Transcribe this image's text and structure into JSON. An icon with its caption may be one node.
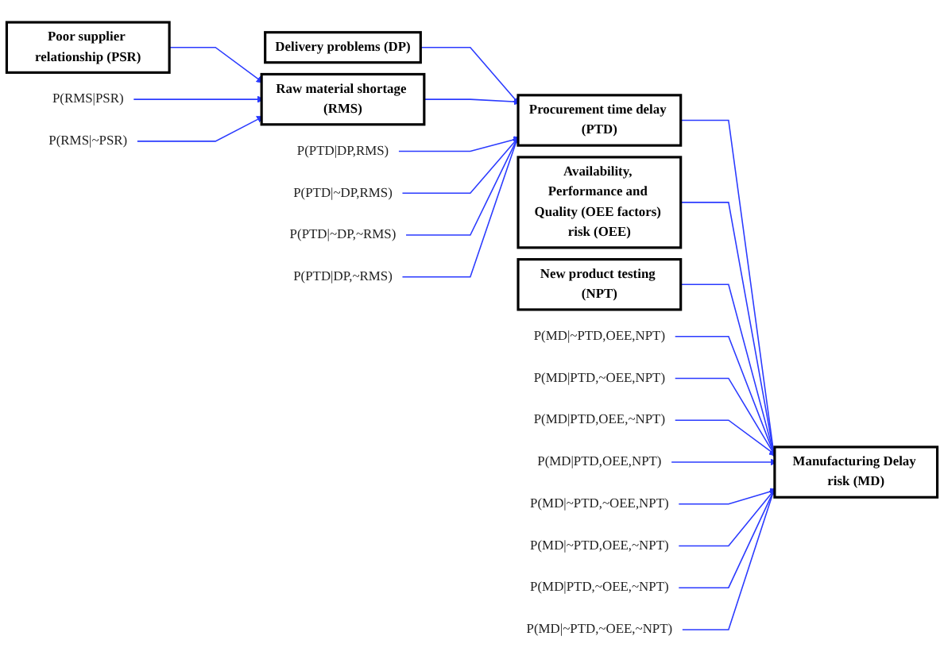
{
  "diagram": {
    "nodes": [
      {
        "text": [
          "Poor supplier relationship (PSR)"
        ]
      },
      {
        "text": [
          "Delivery problems (DP)"
        ]
      },
      {
        "text": [
          "Raw material shortage (RMS)"
        ]
      },
      {
        "text": [
          "P(RMS|PSR)"
        ]
      },
      {
        "text": [
          "P(RMS|~PSR)"
        ]
      },
      {
        "text": [
          "P(PTD|DP,RMS)"
        ]
      },
      {
        "text": [
          "P(PTD|~DP,RMS)"
        ]
      },
      {
        "text": [
          "P(PTD|~DP,~RMS)"
        ]
      },
      {
        "text": [
          "P(PTD|DP,~RMS)"
        ]
      },
      {
        "text": [
          "Procurement time delay (PTD)"
        ]
      },
      {
        "text": [
          "Availability, Performance and Quality (OEE factors) risk (OEE)"
        ]
      },
      {
        "text": [
          "New product testing (NPT)"
        ]
      },
      {
        "text": [
          "Manufacturing Delay risk (MD)"
        ]
      },
      {
        "text": [
          "P(MD|~PTD,OEE,NPT)"
        ]
      },
      {
        "text": [
          "P(MD|PTD,~OEE,NPT)"
        ]
      },
      {
        "text": [
          "P(MD|PTD,OEE,~NPT)"
        ]
      },
      {
        "text": [
          "P(MD|PTD,OEE,NPT)"
        ]
      },
      {
        "text": [
          "P(MD|~PTD,~OEE,NPT)"
        ]
      },
      {
        "text": [
          "P(MD|~PTD,OEE,~NPT)"
        ]
      },
      {
        "text": [
          "P(MD|PTD,~OEE,~NPT)"
        ]
      },
      {
        "text": [
          "P(MD|~PTD,~OEE,~NPT)"
        ]
      }
    ],
    "edges": [
      {
        "from": 0,
        "to": 2,
        "arrow": "to"
      },
      {
        "from": 3,
        "to": 2,
        "arrow": "to"
      },
      {
        "from": 4,
        "to": 2,
        "arrow": "to"
      },
      {
        "from": 1,
        "to": 9,
        "arrow": "to"
      },
      {
        "from": 2,
        "to": 9,
        "arrow": "to"
      },
      {
        "from": 5,
        "to": 9,
        "arrow": "to"
      },
      {
        "from": 6,
        "to": 9,
        "arrow": "to"
      },
      {
        "from": 7,
        "to": 9,
        "arrow": "to"
      },
      {
        "from": 8,
        "to": 9,
        "arrow": "to"
      },
      {
        "from": 9,
        "to": 12,
        "arrow": "to"
      },
      {
        "from": 10,
        "to": 12,
        "arrow": "to"
      },
      {
        "from": 11,
        "to": 12,
        "arrow": "to"
      },
      {
        "from": 13,
        "to": 12,
        "arrow": "to"
      },
      {
        "from": 14,
        "to": 12,
        "arrow": "to"
      },
      {
        "from": 15,
        "to": 12,
        "arrow": "to"
      },
      {
        "from": 16,
        "to": 12,
        "arrow": "to"
      },
      {
        "from": 17,
        "to": 12,
        "arrow": "to"
      },
      {
        "from": 18,
        "to": 12,
        "arrow": "to"
      },
      {
        "from": 19,
        "to": 12,
        "arrow": "to"
      },
      {
        "from": 20,
        "to": 12,
        "arrow": "to"
      }
    ]
  }
}
